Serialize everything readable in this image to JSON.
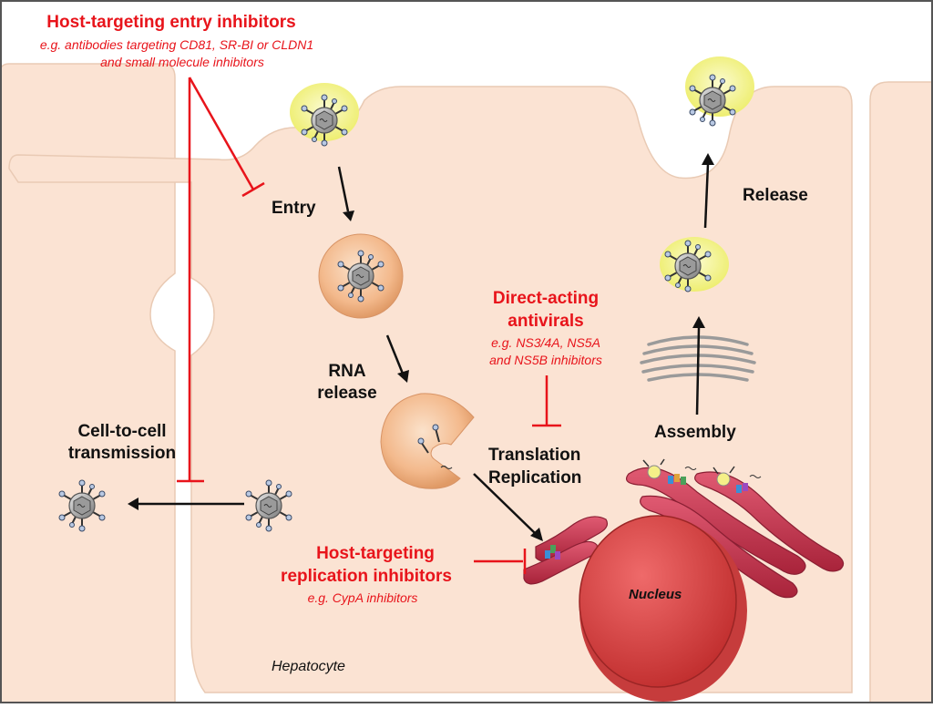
{
  "inhibitors": {
    "entry": {
      "title": "Host-targeting entry inhibitors",
      "line1": "e.g. antibodies targeting CD81, SR-BI or CLDN1",
      "line2": "and small molecule inhibitors"
    },
    "daa": {
      "title1": "Direct-acting",
      "title2": "antivirals",
      "line1": "e.g. NS3/4A, NS5A",
      "line2": "and NS5B inhibitors"
    },
    "replication": {
      "title1": "Host-targeting",
      "title2": "replication inhibitors",
      "line1": "e.g. CypA inhibitors"
    }
  },
  "steps": {
    "entry": "Entry",
    "rna1": "RNA",
    "rna2": "release",
    "translation": "Translation",
    "replication": "Replication",
    "assembly": "Assembly",
    "release": "Release",
    "c2c1": "Cell-to-cell",
    "c2c2": "transmission"
  },
  "labels": {
    "nucleus": "Nucleus",
    "hepatocyte": "Hepatocyte"
  },
  "colors": {
    "inhibitor_red": "#e8141b",
    "cell_fill": "#fbe3d3",
    "er_red": "#c8324a",
    "nucleus_red": "#e04848"
  }
}
